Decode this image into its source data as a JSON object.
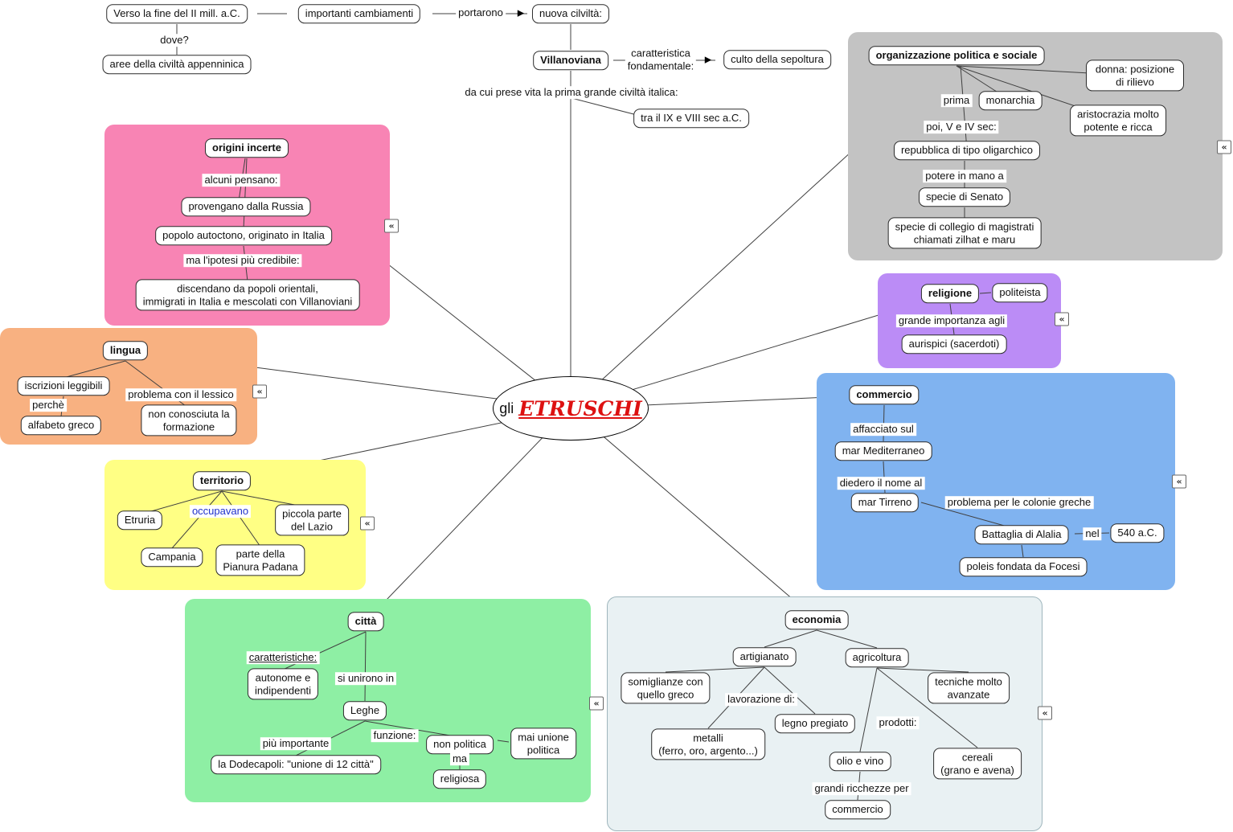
{
  "icons": {
    "arrow_right": "▶",
    "collapse": "«"
  },
  "center": {
    "prefix": "gli",
    "title": "ETRUSCHI"
  },
  "intro": {
    "period": "Verso la fine del II mill. a.C.",
    "changes": "importanti cambiamenti",
    "led_to": "portarono",
    "new_civ": "nuova cilviltà:",
    "where": "dove?",
    "areas": "aree della civiltà appenninica",
    "villanoviana": "Villanoviana",
    "key_feature": "caratteristica\nfondamentale:",
    "burial": "culto della sepoltura",
    "gave_life": "da cui prese vita la prima grande civiltà italica:",
    "when": "tra il IX e VIII sec a.C."
  },
  "politics": {
    "title": "organizzazione politica e sociale",
    "women": "donna: posizione di rilievo",
    "first": "prima",
    "monarchy": "monarchia",
    "aristocracy": "aristocrazia molto\npotente e ricca",
    "then": "poi, V e IV sec:",
    "republic": "repubblica di tipo oligarchico",
    "power": "potere in mano a",
    "senate": "specie di Senato",
    "college": "specie di collegio di magistrati\nchiamati zilhat e maru"
  },
  "origins": {
    "title": "origini incerte",
    "some_think": "alcuni pensano:",
    "russia": "provengano dalla Russia",
    "autochthonous": "popolo autoctono, originato in Italia",
    "credible": "ma l'ipotesi più credibile:",
    "oriental": "discendano da popoli orientali,\nimmigrati in Italia e mescolati con Villanoviani"
  },
  "language": {
    "title": "lingua",
    "inscriptions": "iscrizioni leggibili",
    "because": "perchè",
    "greek_alphabet": "alfabeto greco",
    "lexicon": "problema con il lessico",
    "formation": "non conosciuta la\nformazione"
  },
  "territory": {
    "title": "territorio",
    "occupied": "occupavano",
    "etruria": "Etruria",
    "lazio": "piccola parte\ndel Lazio",
    "campania": "Campania",
    "padana": "parte della\nPianura Padana"
  },
  "cities": {
    "title": "città",
    "features": "caratteristiche:",
    "autonomous": "autonome e\nindipendenti",
    "joined": "si unirono in",
    "leagues": "Leghe",
    "most_important": "più importante",
    "dodecapoli": "la Dodecapoli: \"unione di 12 città\"",
    "function": "funzione:",
    "not_political": "non politica",
    "but": "ma",
    "religious": "religiosa",
    "never_union": "mai unione\npolitica"
  },
  "religion": {
    "title": "religione",
    "polytheist": "politeista",
    "importance": "grande importanza agli",
    "haruspices": "aurispici (sacerdoti)"
  },
  "trade": {
    "title": "commercio",
    "facing": "affacciato sul",
    "mediterranean": "mar Mediterraneo",
    "named": "diedero il nome al",
    "tyrrhenian": "mar Tirreno",
    "greek_problem": "problema per le colonie greche",
    "battle": "Battaglia di Alalia",
    "in_year": "nel",
    "year": "540 a.C.",
    "poleis": "poleis fondata da Focesi"
  },
  "economy": {
    "title": "economia",
    "crafts": "artigianato",
    "agriculture": "agricoltura",
    "greek_similar": "somiglianze con\nquello greco",
    "working_of": "lavorazione di:",
    "advanced": "tecniche molto\navanzate",
    "wood": "legno pregiato",
    "products": "prodotti:",
    "metals": "metalli\n(ferro, oro, argento...)",
    "oil_wine": "olio e vino",
    "cereals": "cereali\n(grano e avena)",
    "wealth": "grandi ricchezze per",
    "trade": "commercio"
  },
  "colors": {
    "pink": "#f884b4",
    "orange": "#f8b181",
    "yellow": "#ffff84",
    "green": "#8eefa4",
    "purple": "#bb8cf6",
    "blue": "#80b3f0",
    "gray": "#c3c3c3",
    "pale": "#e9f1f3",
    "accent_red": "#dd1111",
    "link_blue": "#2233cc"
  }
}
